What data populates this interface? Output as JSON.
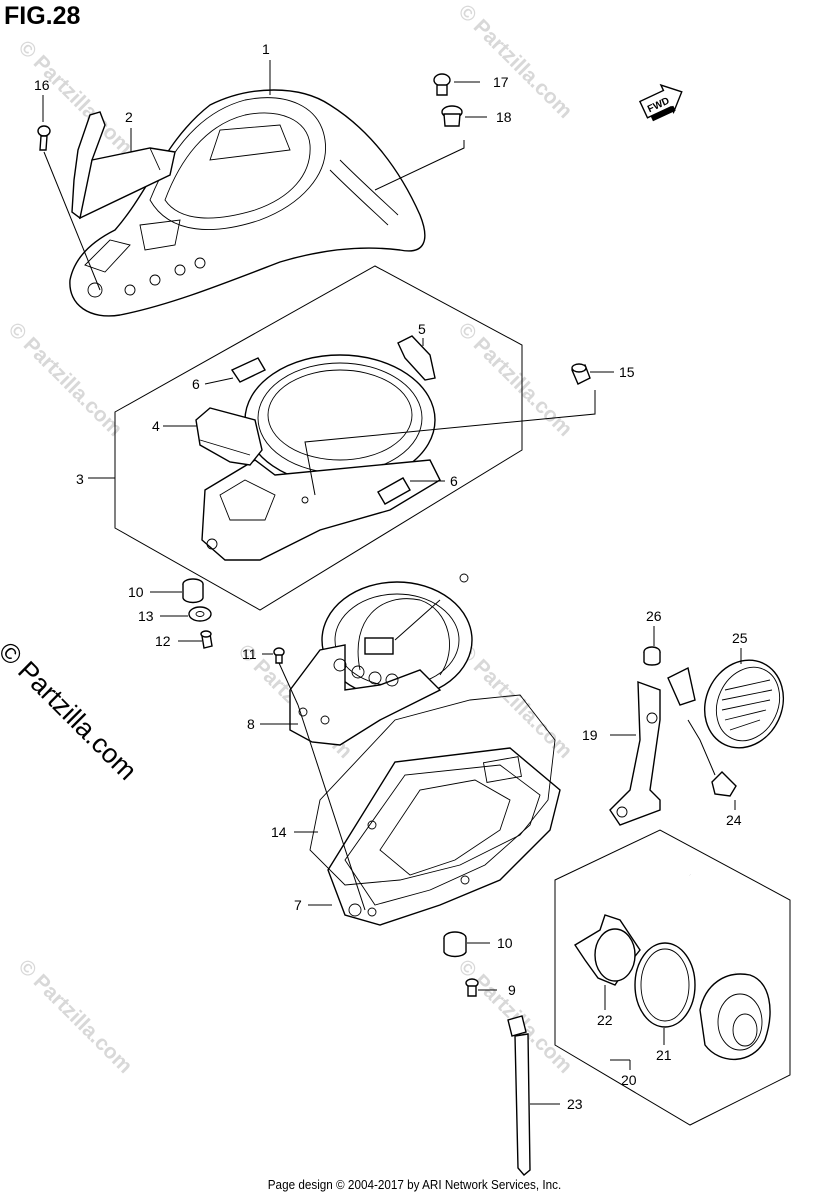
{
  "figure": {
    "title": "FIG.28"
  },
  "watermarks": [
    "© Partzilla.com",
    "© Partzilla.com",
    "© Partzilla.com",
    "© Partzilla.com",
    "© Partzilla.com",
    "© Partzilla.com",
    "© Partzilla.com",
    "© Partzilla.com"
  ],
  "side_watermark": "© Partzilla.com",
  "fwd_label": "FWD",
  "footer": "Page design © 2004-2017 by ARI Network Services, Inc.",
  "callouts": {
    "c1": "1",
    "c2": "2",
    "c3": "3",
    "c4": "4",
    "c5": "5",
    "c6a": "6",
    "c6b": "6",
    "c7": "7",
    "c8": "8",
    "c9": "9",
    "c10a": "10",
    "c10b": "10",
    "c11": "11",
    "c12": "12",
    "c13": "13",
    "c14": "14",
    "c15": "15",
    "c16": "16",
    "c17": "17",
    "c18": "18",
    "c19": "19",
    "c20": "20",
    "c21": "21",
    "c22": "22",
    "c23": "23",
    "c24": "24",
    "c25": "25",
    "c26": "26"
  }
}
